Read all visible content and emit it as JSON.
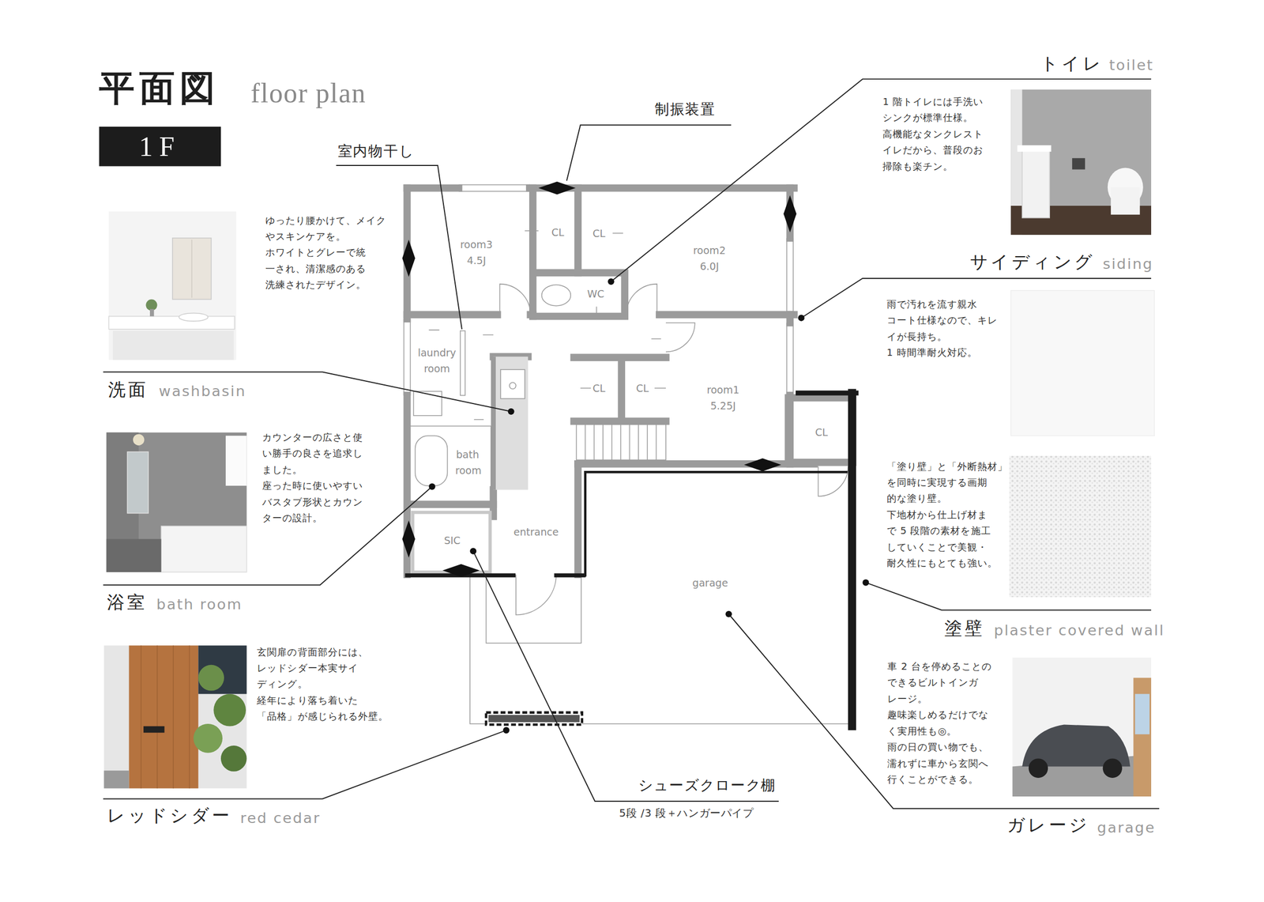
{
  "diagram": {
    "title": "平面図",
    "nodes": [
      {
        "text": [
          "1F"
        ]
      }
    ],
    "labels": [
      "floor plan",
      "制振装置",
      "室内物干し",
      "トイレ",
      "toilet",
      "1 階トイレには手洗い シンクが標準仕様。 高機能なタンクレスト イレだから、普段のお 掃除も楽チン。",
      "洗面",
      "washbasin",
      "ゆったり腰かけて、メイク やスキンケアを。",
      "ホワイトとグレーで統 一され、清潔感のある 洗練されたデザイン。",
      "サイディング",
      "siding",
      "雨で汚れを流す親水 コート仕様なので、キレ イが長持ち。",
      "1 時間準耐火対応。",
      "浴室",
      "bath room",
      "カウンターの広さと使 い勝手の良さを追求し ました。",
      "座った時に使いやすい バスタブ形状とカウン ターの設計。",
      "「塗り壁」と「外断熱材」 を同時に実現する画期 的な塗り壁。",
      "下地材から仕上げ材ま で 5 段階の素材を施工 していくことで美観・ 耐久性にもとても強い。",
      "塗壁",
      "plaster covered wall",
      "玄関扉の背面部分には、 レッドシダー本実サイ ディング。",
      "経年により落ち着いた 「品格」が感じられる外壁。",
      "車 2 台を停めることの できるビルトインガ レージ。",
      "趣味楽しめるだけでな く実用性も◎。",
      "雨の日の買い物でも、 濡れずに車から玄関へ 行くことができる。",
      "シューズクローク棚",
      "5段 /3 段＋ハンガーパイプ",
      "レッドシダー",
      "red cedar",
      "ガレージ",
      "garage",
      "room3",
      "4.5J",
      "CL",
      "CL",
      "room2",
      "6.0J",
      "WC",
      "laundry",
      "room",
      "CL",
      "CL",
      "room1",
      "5.25J",
      "bath",
      "room",
      "CL",
      "SIC",
      "entrance",
      "garage"
    ]
  }
}
